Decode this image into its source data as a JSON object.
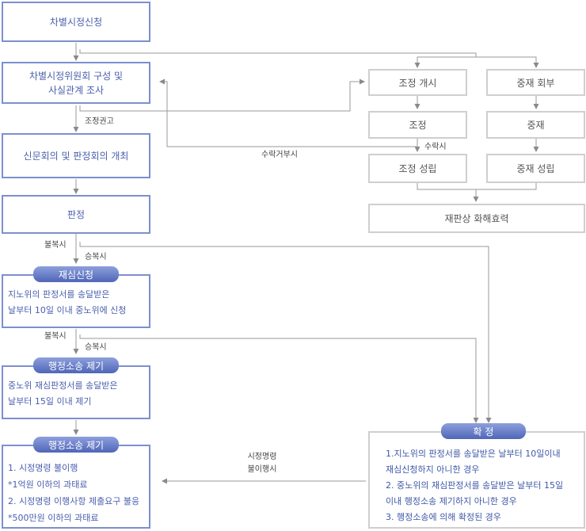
{
  "nodes": {
    "application": "차별시정신청",
    "committee_line1": "차별시정위원회 구성 및",
    "committee_line2": "사실관계 조사",
    "hearing": "신문회의 및 판정회의 개최",
    "judgment": "판정",
    "mediation_start": "조정 개시",
    "arbitration_request": "중재 회부",
    "mediation": "조정",
    "arbitration": "중재",
    "mediation_success": "조정 성립",
    "arbitration_success": "중재 성립",
    "settlement": "재판상 화해효력"
  },
  "sections": {
    "reexamination": {
      "title": "재심신청",
      "lines": [
        "지노위의 판정서를 송달받은",
        "날부터 10일 이내 중노위에 신청"
      ]
    },
    "lawsuit1": {
      "title": "행정소송 제기",
      "lines": [
        "중노위 재심판정서를 송달받은",
        "날부터 15일 이내 제기"
      ]
    },
    "lawsuit2": {
      "title": "행정소송 제기",
      "lines": [
        "1. 시정명령 불이행",
        "*1억원 이하의 과태료",
        "2. 시정명령 이행사항 제출요구 불응",
        "*500만원 이하의 과태료"
      ]
    },
    "confirmation": {
      "title": "확 정",
      "lines": [
        "1.지노위의 판정서를 송달받은 날부터 10일이내",
        "재심신청하지 아니한 경우",
        "2. 중노위의 재심판정서를 송달받은 날부터 15일",
        "이내 행정소송 제기하지 아니한 경우",
        "3. 행정소송에 의해 확정된 경우"
      ]
    }
  },
  "labels": {
    "mediation_recommend": "조정권고",
    "acceptance_refusal": "수락거부시",
    "acceptance": "수락시",
    "objection1": "불복시",
    "win1": "승복시",
    "objection2": "불복시",
    "win2": "승복시",
    "order_line1": "시정명령",
    "order_line2": "불이행시"
  },
  "colors": {
    "blue_border": "#7d8fd0",
    "blue_text": "#4a5fae",
    "gray_border": "#cfcfcf",
    "pill_gradient_top": "#8d9fdc",
    "pill_gradient_bottom": "#4f66b8",
    "line": "#999999"
  }
}
